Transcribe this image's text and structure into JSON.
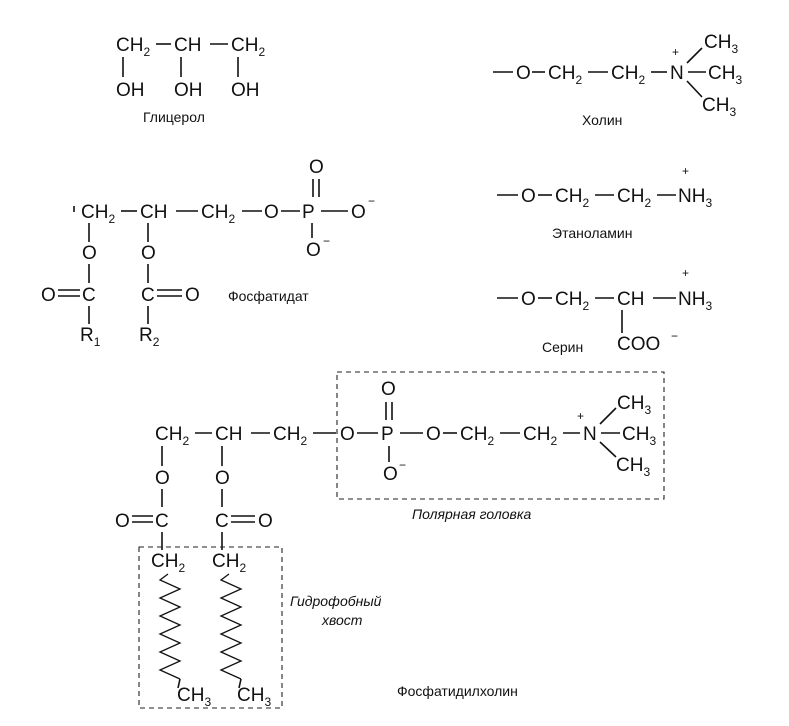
{
  "labels": {
    "glycerol": "Глицерол",
    "choline": "Холин",
    "phosphatidate": "Фосфатидат",
    "ethanolamine": "Этаноламин",
    "serine": "Серин",
    "polar_head": "Полярная головка",
    "tail_line1": "Гидрофобный",
    "tail_line2": "хвост",
    "phosphatidylcholine": "Фосфатидилхолин"
  },
  "atoms": {
    "ch2": "CH",
    "ch": "CH",
    "oh": "OH",
    "o": "O",
    "p": "P",
    "c": "C",
    "n": "N",
    "nh3": "NH",
    "ch3": "CH",
    "coo": "COO",
    "r": "R"
  },
  "subscripts": {
    "two": "2",
    "three": "3",
    "one": "1"
  },
  "charges": {
    "plus": "+",
    "minus": "−"
  },
  "colors": {
    "ink": "#111111",
    "background": "#ffffff"
  }
}
